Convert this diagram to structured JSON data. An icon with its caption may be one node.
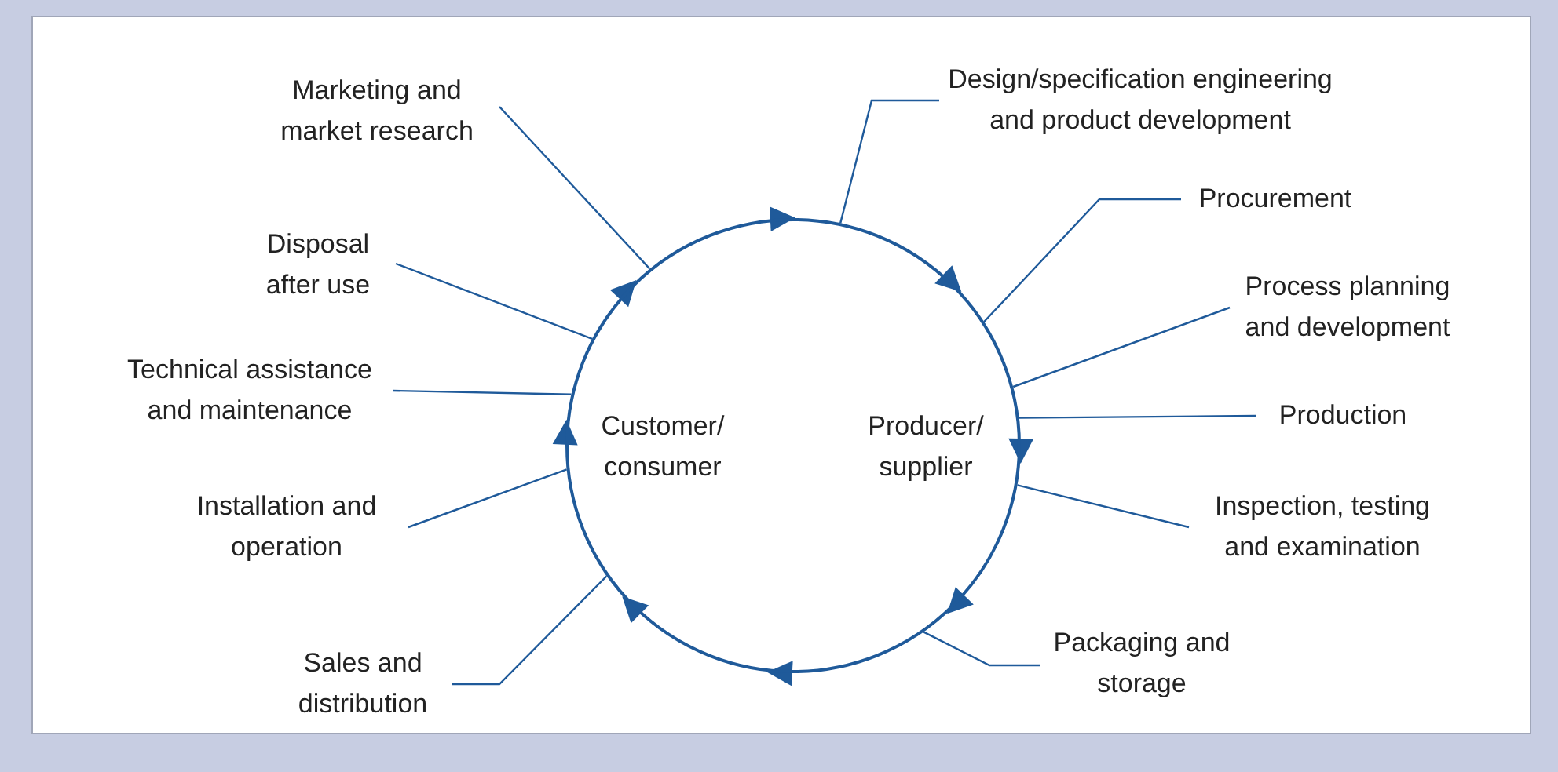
{
  "diagram": {
    "nodes": [
      {
        "text": [
          "Customer/ consumer",
          "Producer/ supplier"
        ]
      },
      {
        "text": [
          "Marketing and market research"
        ]
      },
      {
        "text": [
          "Design/specification engineering and product development"
        ]
      },
      {
        "text": [
          "Procurement"
        ]
      },
      {
        "text": [
          "Process planning and development"
        ]
      },
      {
        "text": [
          "Production"
        ]
      },
      {
        "text": [
          "Inspection, testing and examination"
        ]
      },
      {
        "text": [
          "Packaging and storage"
        ]
      },
      {
        "text": [
          "Sales and distribution"
        ]
      },
      {
        "text": [
          "Installation and operation"
        ]
      },
      {
        "text": [
          "Technical assistance and maintenance"
        ]
      },
      {
        "text": [
          "Disposal after use"
        ]
      }
    ],
    "edges": [
      {
        "from": 1,
        "to": 0,
        "arrow": "none"
      },
      {
        "from": 2,
        "to": 0,
        "arrow": "none"
      },
      {
        "from": 3,
        "to": 0,
        "arrow": "none"
      },
      {
        "from": 4,
        "to": 0,
        "arrow": "none"
      },
      {
        "from": 5,
        "to": 0,
        "arrow": "none"
      },
      {
        "from": 6,
        "to": 0,
        "arrow": "none"
      },
      {
        "from": 7,
        "to": 0,
        "arrow": "none"
      },
      {
        "from": 8,
        "to": 0,
        "arrow": "none"
      },
      {
        "from": 9,
        "to": 0,
        "arrow": "none"
      },
      {
        "from": 10,
        "to": 0,
        "arrow": "none"
      },
      {
        "from": 11,
        "to": 0,
        "arrow": "none"
      }
    ]
  }
}
